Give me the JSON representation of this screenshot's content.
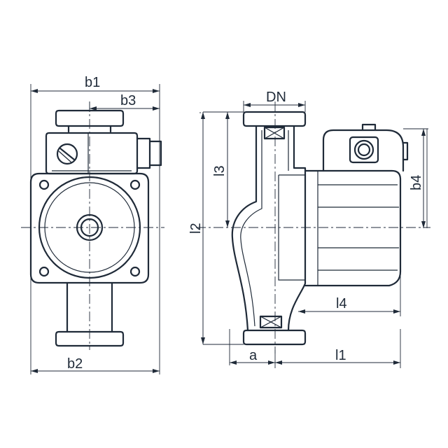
{
  "labels": {
    "b1": "b1",
    "b3": "b3",
    "b2": "b2",
    "dn": "DN",
    "l3": "l3",
    "l2": "l2",
    "b4": "b4",
    "l4": "l4",
    "a": "a",
    "l1": "l1"
  }
}
